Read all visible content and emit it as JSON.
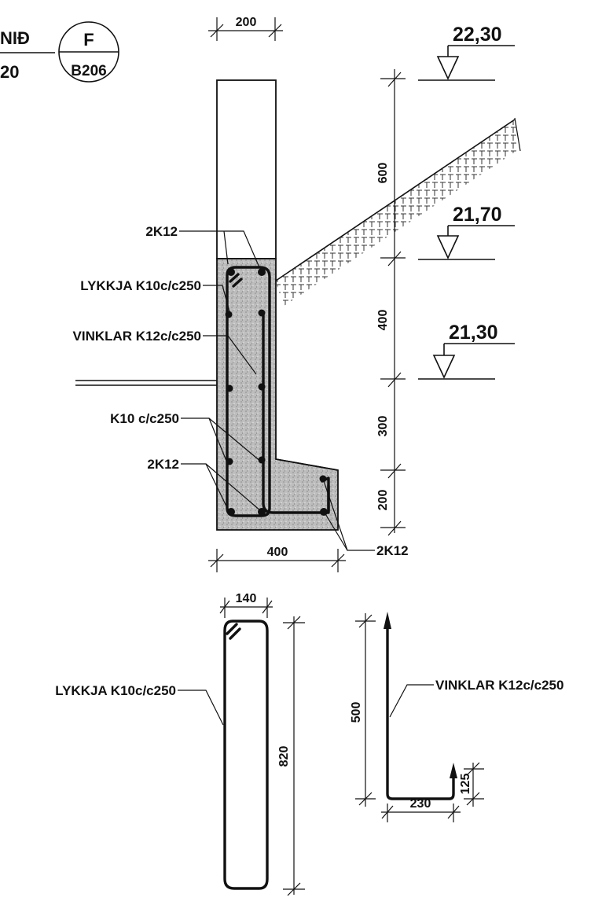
{
  "title_block": {
    "title_fragment": "NIÐ",
    "scale_fragment": "20",
    "section_letter": "F",
    "sheet_ref": "B206"
  },
  "elevations": [
    "22,30",
    "21,70",
    "21,30"
  ],
  "dimensions": {
    "wall_top_width": "200",
    "base_width": "400",
    "vertical": [
      "600",
      "400",
      "300",
      "200"
    ],
    "loop_width": "140",
    "loop_height": "820",
    "angle_height": "500",
    "angle_width": "230",
    "angle_hook": "125"
  },
  "rebar_labels": {
    "top_bars": "2K12",
    "loop": "LYKKJA K10c/c250",
    "angles": "VINKLAR K12c/c250",
    "distribution": "K10 c/c250",
    "bottom_bars": "2K12",
    "footing_bars": "2K12"
  },
  "detail_labels": {
    "loop": "LYKKJA K10c/c250",
    "angles": "VINKLAR K12c/c250"
  },
  "colors": {
    "ink": "#111111",
    "concrete_fill": "#b9b9b9",
    "paper": "#ffffff"
  }
}
